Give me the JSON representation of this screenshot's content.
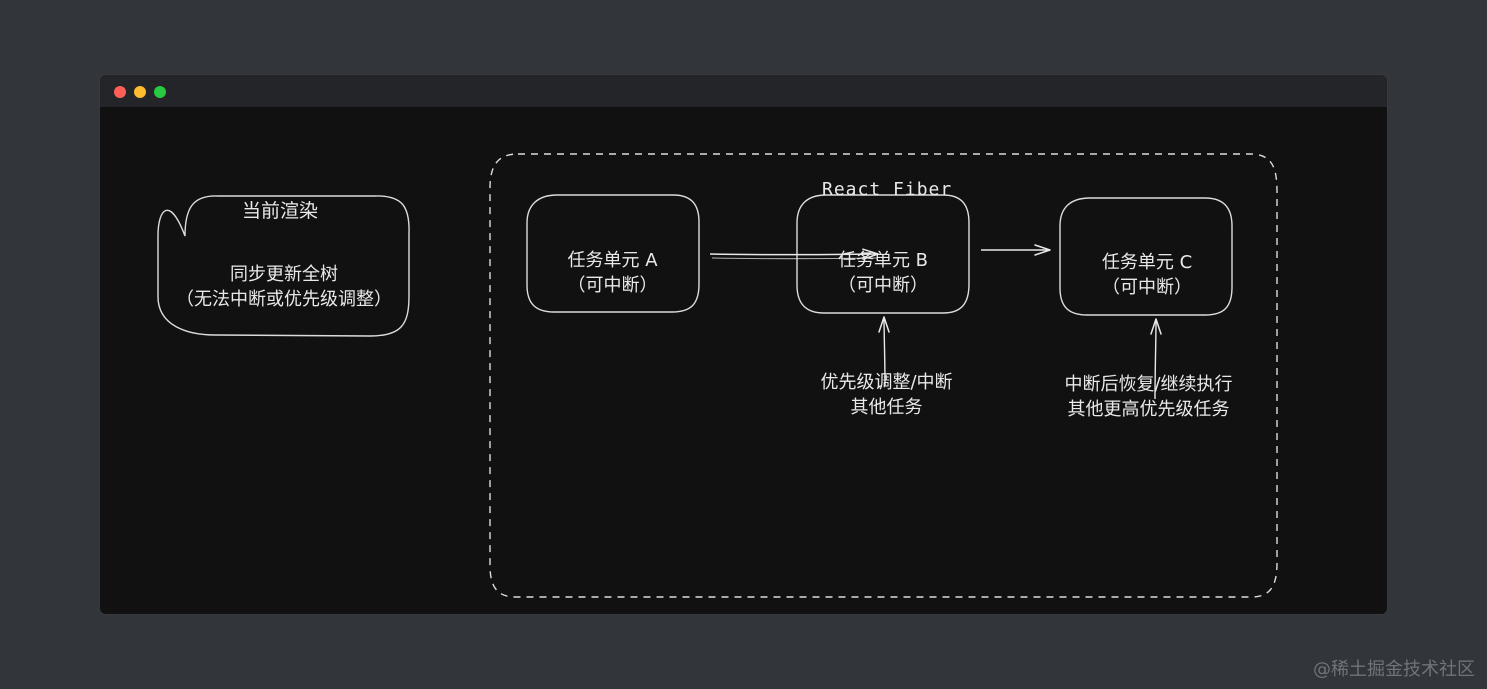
{
  "left": {
    "title": "当前渲染",
    "box_line1": "同步更新全树",
    "box_line2": "（无法中断或优先级调整）"
  },
  "react_fiber": {
    "title": "React Fiber",
    "task_a_line1": "任务单元 A",
    "task_a_line2": "（可中断）",
    "task_b_line1": "任务单元 B",
    "task_b_line2": "（可中断）",
    "task_c_line1": "任务单元 C",
    "task_c_line2": "（可中断）",
    "note_b_line1": "优先级调整/中断",
    "note_b_line2": "其他任务",
    "note_c_line1": "中断后恢复/继续执行",
    "note_c_line2": "其他更高优先级任务"
  },
  "watermark": "@稀土掘金技术社区",
  "colors": {
    "page_bg": "#32363b",
    "window_bg": "#111111",
    "titlebar_bg": "#232528",
    "stroke": "#e8e8e8",
    "text": "#e9e9e9",
    "traffic_red": "#ff5f57",
    "traffic_yellow": "#febc2e",
    "traffic_green": "#28c840"
  }
}
